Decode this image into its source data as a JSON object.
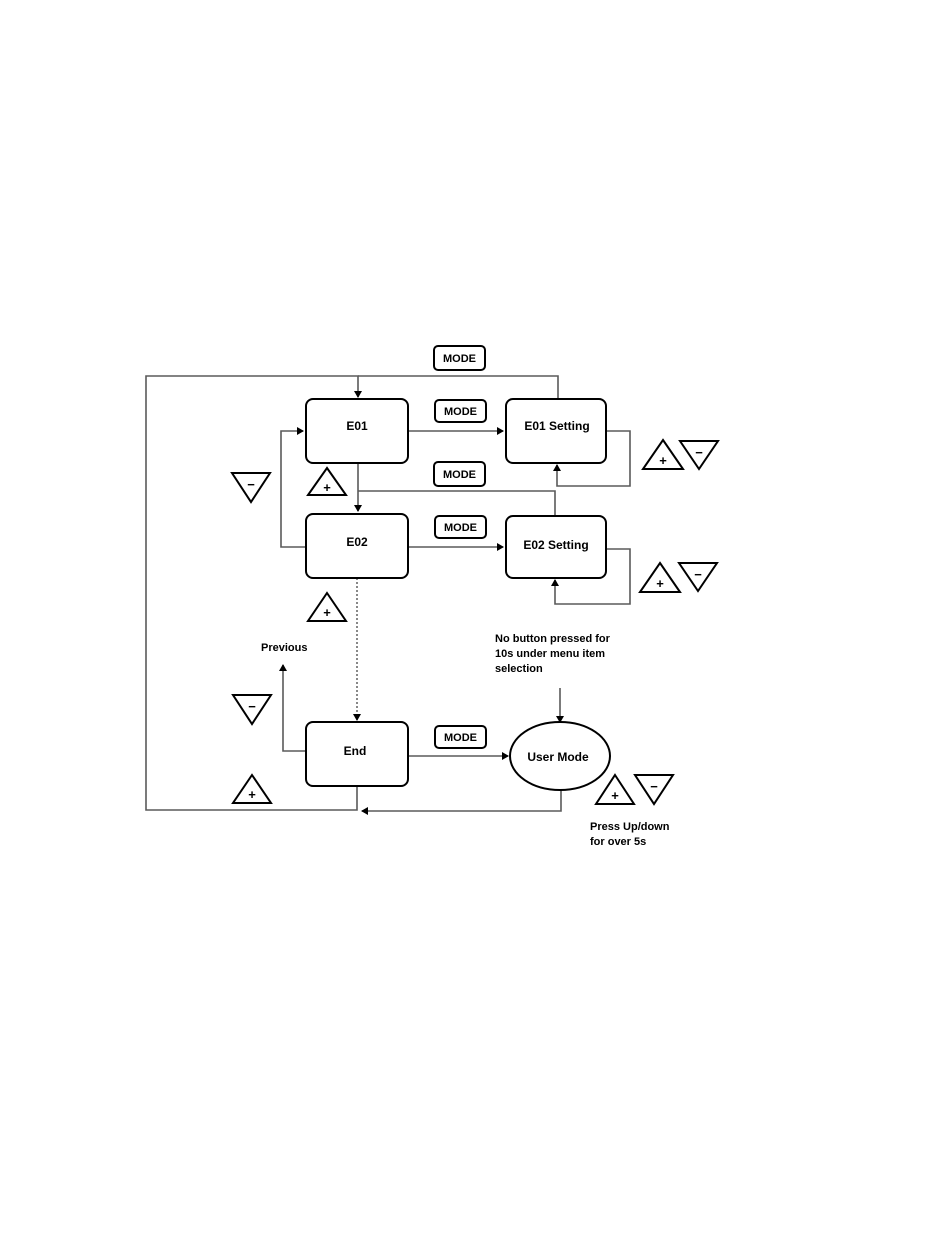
{
  "nodes": {
    "e01": "E01",
    "e02": "E02",
    "end": "End",
    "e01_setting": "E01 Setting",
    "e02_setting": "E02 Setting",
    "user_mode": "User Mode"
  },
  "mode_label": "MODE",
  "notes": {
    "previous": "Previous",
    "no_button": [
      "No button pressed for",
      "10s under menu item",
      "selection"
    ],
    "press_updown": [
      "Press Up/down",
      "for over 5s"
    ]
  },
  "icons": {
    "up": {
      "name": "up-plus-icon",
      "symbol": "+"
    },
    "down": {
      "name": "down-minus-icon",
      "symbol": "−"
    }
  }
}
